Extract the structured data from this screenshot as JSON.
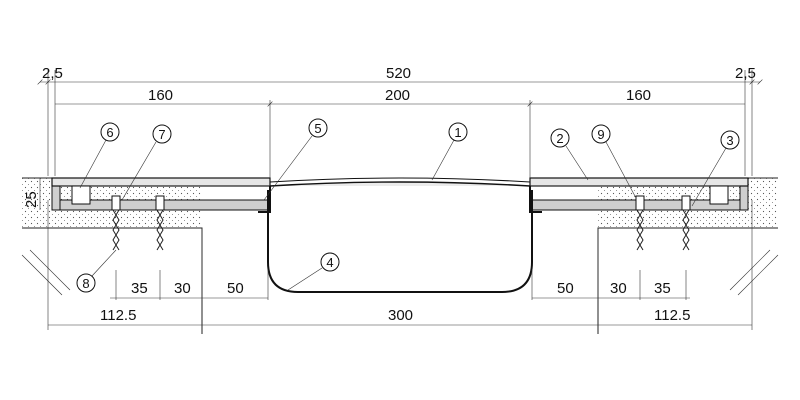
{
  "dimensions": {
    "top": {
      "left_gap": "2,5",
      "overall": "520",
      "right_gap": "2,5"
    },
    "second": {
      "left": "160",
      "center": "200",
      "right": "160"
    },
    "left_side": {
      "height": "25",
      "spacing_35": "35",
      "spacing_30": "30",
      "spacing_50": "50",
      "total": "112.5"
    },
    "bottom": {
      "gap": "300"
    },
    "right_side": {
      "spacing_50": "50",
      "spacing_30": "30",
      "spacing_35": "35",
      "total": "112.5"
    }
  },
  "callouts": [
    "1",
    "2",
    "3",
    "4",
    "5",
    "6",
    "7",
    "8",
    "9"
  ]
}
